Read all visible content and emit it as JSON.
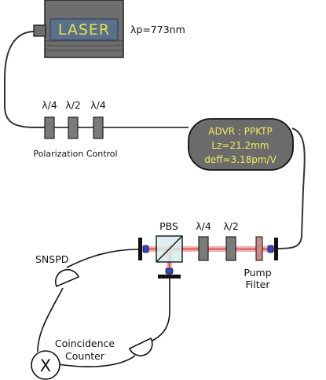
{
  "laser": {
    "label": "LASER",
    "pump_wavelength": "λp=773nm",
    "body_color": "#6e6e6e",
    "panel_color": "#5a6f8a",
    "text_color": "#e6e14a"
  },
  "polarization_control": {
    "plates": [
      "λ/4",
      "λ/2",
      "λ/4"
    ],
    "label": "Polarization Control"
  },
  "crystal": {
    "line1": "ADVR : PPKTP",
    "line2": "Lz=21.2mm",
    "line3": "deff=3.18pm/V",
    "fill_color": "#6b6b6b",
    "text_color": "#f1ec5a"
  },
  "detection": {
    "pbs_label": "PBS",
    "plates": [
      "λ/4",
      "λ/2"
    ],
    "filter_label_1": "Pump",
    "filter_label_2": "Filter",
    "detector_label": "SNSPD",
    "counter_label_1": "Coincidence",
    "counter_label_2": "Counter",
    "counter_symbol": "X",
    "beam_color": "#d93b3b",
    "filter_color": "#c98b86"
  }
}
